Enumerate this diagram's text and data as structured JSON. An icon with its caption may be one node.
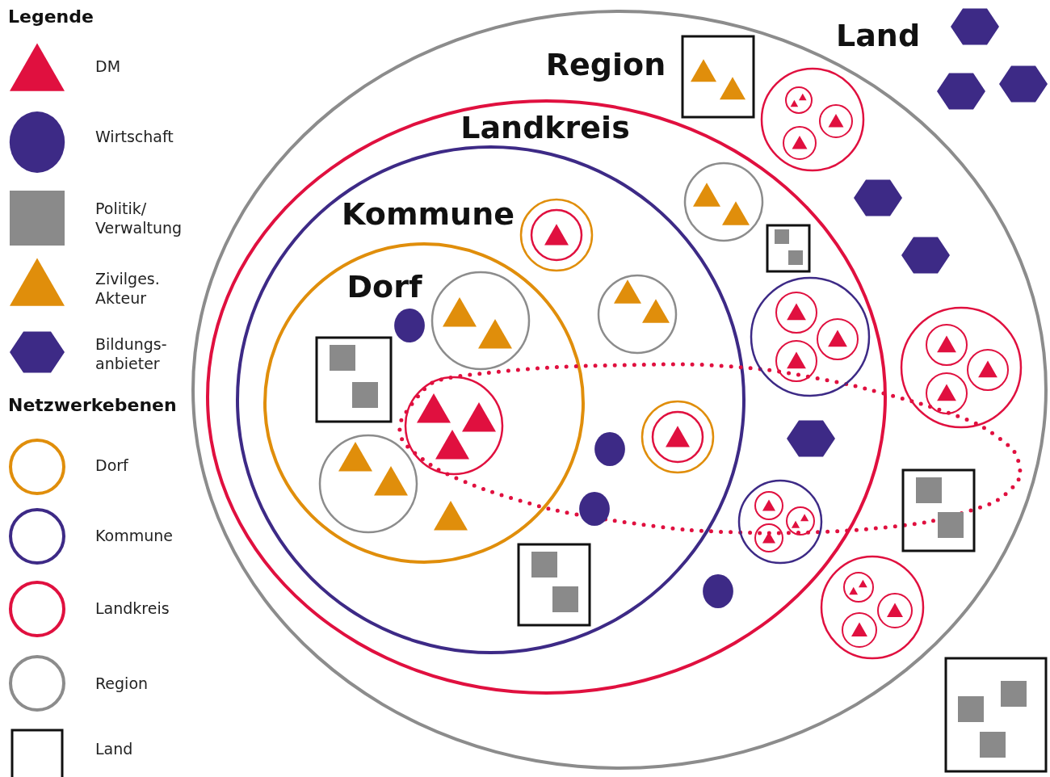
{
  "diagram": {
    "nodes": [
      {
        "text": [
          "Region"
        ]
      },
      {
        "text": [
          "Landkreis"
        ],
        "in": 0
      },
      {
        "text": [
          "Kommune"
        ],
        "in": 1
      },
      {
        "text": [
          "Dorf"
        ],
        "in": 2
      }
    ],
    "labels": [
      "Legende",
      "Land",
      "Netzwerkebenen"
    ],
    "legend": [
      {
        "text": "DM"
      },
      {
        "text": "Wirtschaft"
      },
      {
        "text": "Politik/ Verwaltung"
      },
      {
        "text": "Zivilges. Akteur"
      },
      {
        "text": "Bildungs- anbieter"
      },
      {
        "text": "Dorf"
      },
      {
        "text": "Kommune"
      },
      {
        "text": "Landkreis"
      },
      {
        "text": "Region"
      },
      {
        "text": "Land"
      }
    ]
  }
}
